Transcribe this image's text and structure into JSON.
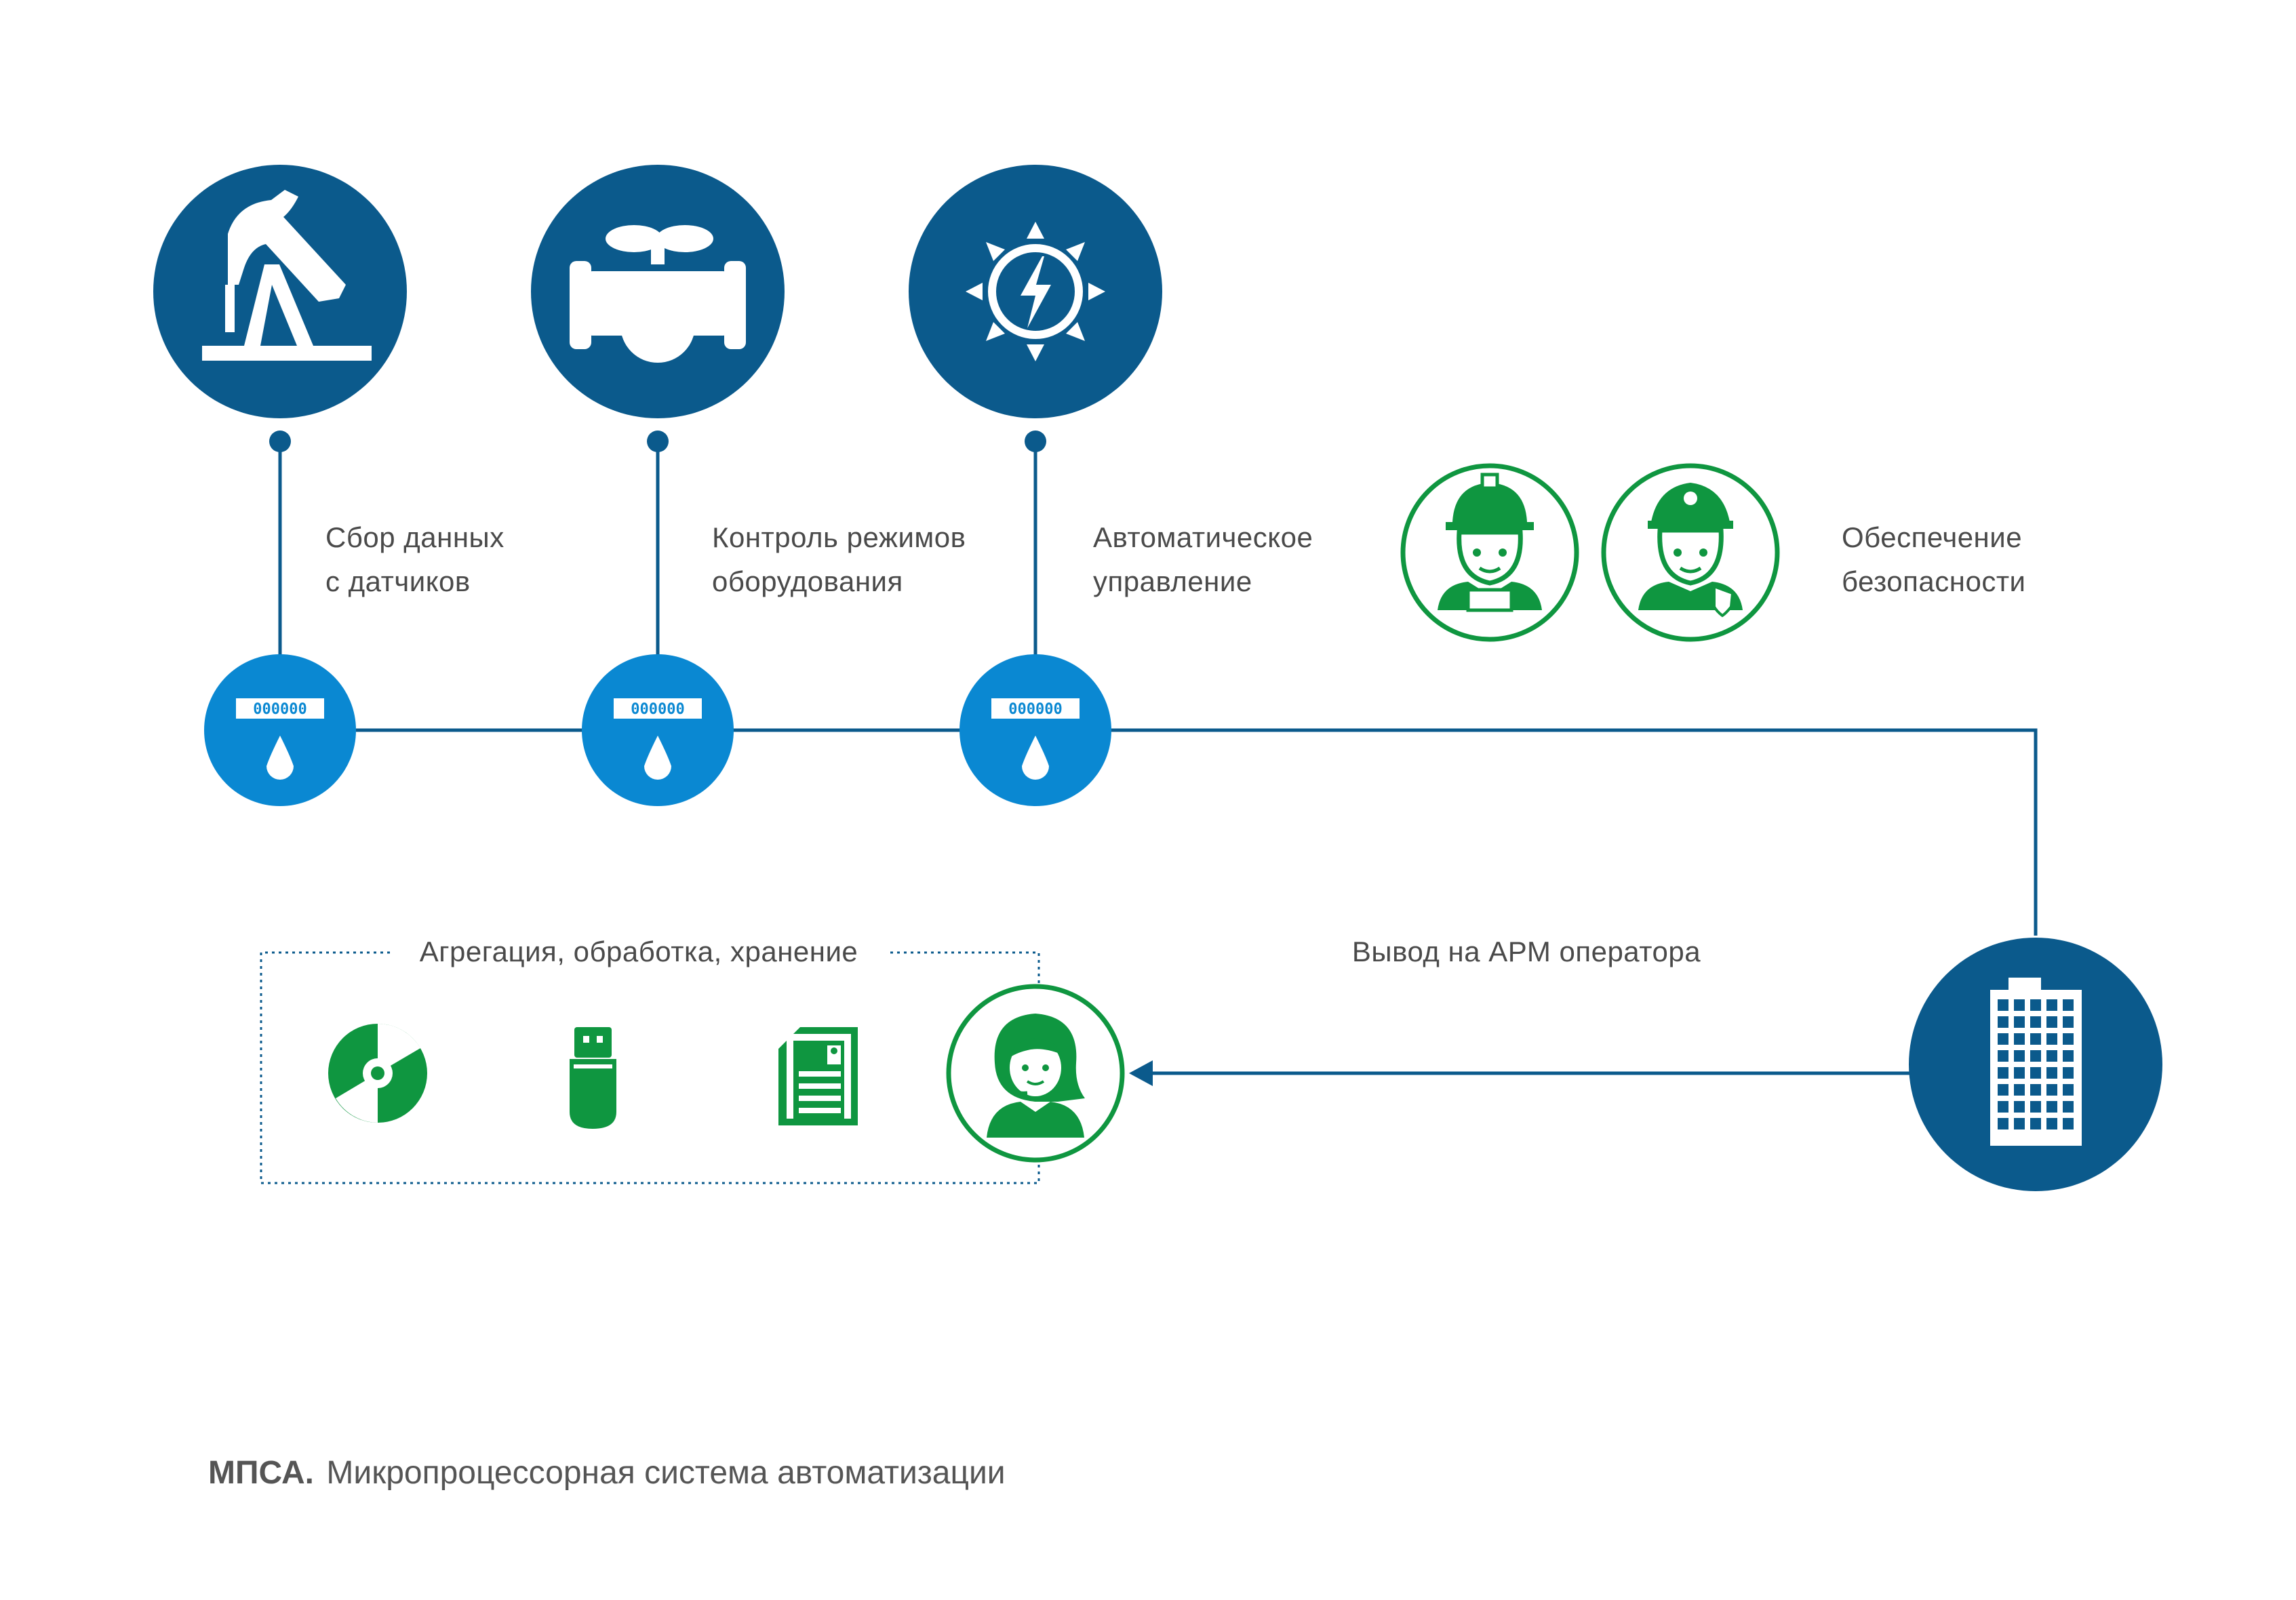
{
  "colors": {
    "dark_blue": "#0b5a8c",
    "light_blue": "#0a88d2",
    "green": "#0f9640",
    "text": "#4a4a4a"
  },
  "sources": [
    {
      "icon": "pumpjack-icon",
      "label_line1": "Сбор данных",
      "label_line2": "с датчиков"
    },
    {
      "icon": "valve-icon",
      "label_line1": "Контроль режимов",
      "label_line2": "оборудования"
    },
    {
      "icon": "power-sun-icon",
      "label_line1": "Автоматическое",
      "label_line2": "управление"
    }
  ],
  "meters": [
    {
      "digits": "000000"
    },
    {
      "digits": "000000"
    },
    {
      "digits": "000000"
    }
  ],
  "security": {
    "icons": [
      "engineer-helmet-icon",
      "security-guard-icon"
    ],
    "label_line1": "Обеспечение",
    "label_line2": "безопасности"
  },
  "aggregation": {
    "label": "Агрегация, обработка, хранение",
    "icons": [
      "disc-icon",
      "usb-drive-icon",
      "document-icon",
      "operator-headset-icon"
    ]
  },
  "output": {
    "label": "Вывод на АРМ оператора",
    "icon": "building-icon"
  },
  "caption": {
    "bold": "МПСА.",
    "text": "Микропроцессорная система автоматизации"
  }
}
